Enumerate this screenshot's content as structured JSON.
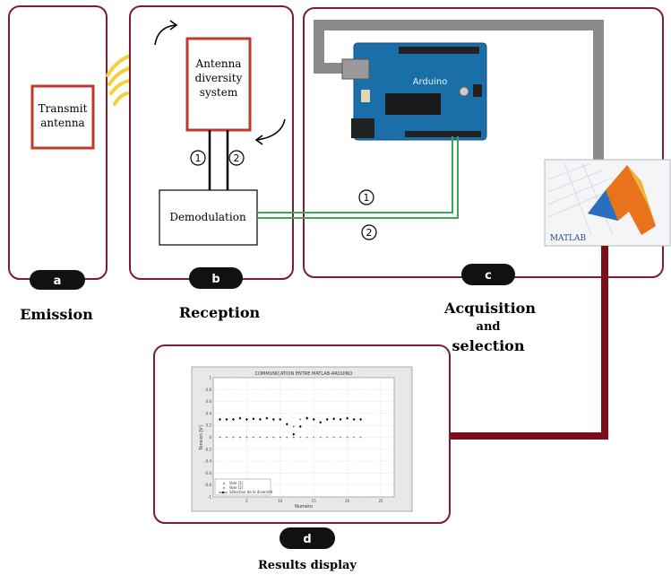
{
  "panels": {
    "a": {
      "badge": "a",
      "title": "Emission",
      "box_label_line1": "Transmit",
      "box_label_line2": "antenna"
    },
    "b": {
      "badge": "b",
      "title": "Reception",
      "box_label_line1": "Antenna",
      "box_label_line2": "diversity",
      "box_label_line3": "system",
      "demod_label": "Demodulation",
      "link1": "1",
      "link2": "2"
    },
    "c": {
      "badge": "c",
      "title_line1": "Acquisition",
      "title_line2": "and",
      "title_line3": "selection",
      "wire1": "1",
      "wire2": "2",
      "board_label": "Arduino",
      "software_label": "MATLAB"
    },
    "d": {
      "badge": "d",
      "title": "Results display",
      "plot_title": "COMMUNICATION ENTRE MATLAB-ARDUINO",
      "plot_xlabel": "Numéro",
      "plot_ylabel": "Tension [V]",
      "legend": [
        "Voie [1]",
        "Voie [2]",
        "Sélection de la diversité"
      ],
      "y_ticks": [
        "1",
        "0.8",
        "0.6",
        "0.4",
        "0.2",
        "0",
        "-0.2",
        "-0.4",
        "-0.6",
        "-0.8",
        "-1"
      ],
      "x_ticks": [
        "5",
        "10",
        "15",
        "20",
        "25"
      ]
    }
  },
  "colors": {
    "panel_border": "#7a1f2b",
    "box_red": "#c0392b",
    "arrow_dark_red": "#7a0f1a",
    "signal_yellow": "#f2d13a",
    "wire_green": "#3aa657",
    "usb_gray": "#8a8a8a",
    "board_blue": "#1b6fa8"
  },
  "chart_data": {
    "type": "scatter",
    "title": "COMMUNICATION ENTRE MATLAB-ARDUINO",
    "xlabel": "Numéro",
    "ylabel": "Tension [V]",
    "xlim": [
      0,
      27
    ],
    "ylim": [
      -1,
      1
    ],
    "series": [
      {
        "name": "Voie [1]",
        "x": [
          1,
          2,
          3,
          4,
          5,
          6,
          7,
          8,
          9,
          10,
          11,
          12,
          13,
          14,
          15,
          16,
          17,
          18,
          19,
          20,
          21,
          22
        ],
        "y": [
          0.3,
          0.3,
          0.3,
          0.32,
          0.3,
          0.31,
          0.3,
          0.32,
          0.3,
          0.3,
          0.22,
          0.18,
          0.3,
          0.32,
          0.3,
          0.25,
          0.3,
          0.31,
          0.3,
          0.32,
          0.3,
          0.3
        ]
      },
      {
        "name": "Voie [2]",
        "x": [
          1,
          2,
          3,
          4,
          5,
          6,
          7,
          8,
          9,
          10,
          11,
          12,
          13,
          14,
          15,
          16,
          17,
          18,
          19,
          20,
          21,
          22
        ],
        "y": [
          0,
          0,
          0,
          0,
          0,
          0,
          0,
          0,
          0,
          0,
          0,
          0,
          0,
          0,
          0,
          0,
          0,
          0,
          0,
          0,
          0,
          0
        ]
      },
      {
        "name": "Sélection de la diversité",
        "x": [
          1,
          2,
          3,
          4,
          5,
          6,
          7,
          8,
          9,
          10,
          11,
          12,
          13,
          14,
          15,
          16,
          17,
          18,
          19,
          20,
          21,
          22
        ],
        "y": [
          0.3,
          0.3,
          0.3,
          0.32,
          0.3,
          0.31,
          0.3,
          0.32,
          0.3,
          0.3,
          0.22,
          0.05,
          0.18,
          0.32,
          0.3,
          0.25,
          0.3,
          0.31,
          0.3,
          0.32,
          0.3,
          0.3
        ]
      }
    ]
  }
}
